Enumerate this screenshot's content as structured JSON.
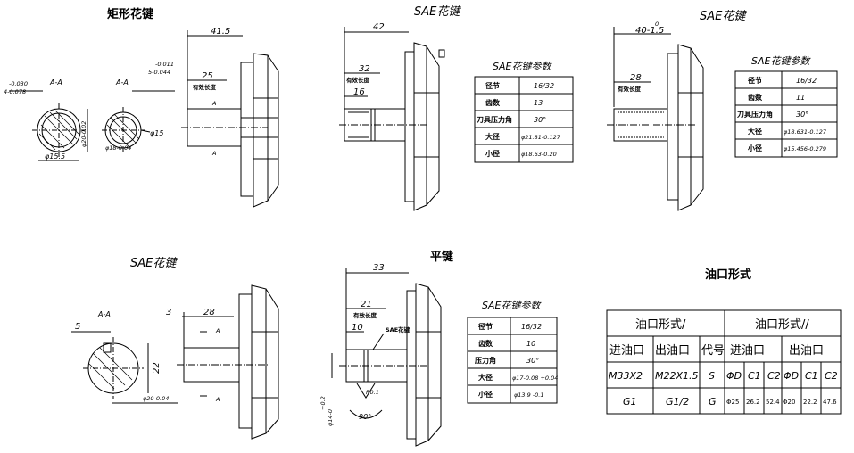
{
  "titles": {
    "rect_spline": "矩形花键",
    "sae_top_middle": "SAE花键",
    "sae_top_right": "SAE花键",
    "sae_bottom_left": "SAE花键",
    "flat_key": "平键",
    "port_form": "油口形式"
  },
  "labels": {
    "effective_length": "有效长度",
    "section_aa": "A-A",
    "a": "A",
    "sae_spline_tag": "SAE花键"
  },
  "dims": {
    "rect": {
      "d41_5": "41.5",
      "d25": "25",
      "tol_left_top": "-0.030",
      "tol_left_bot": "4-0.078",
      "tol_right_top": "-0.011",
      "tol_right_bot": "5-0.044",
      "d20": "φ20-0.02",
      "d20b": "-0.04",
      "d18": "φ18-0.04",
      "d18b": "-0.02",
      "d15": "φ15",
      "d15_5": "φ15.5"
    },
    "sae13": {
      "d42": "42",
      "d32": "32",
      "d16": "16"
    },
    "sae11": {
      "d40": "40-1.5",
      "d40t": "0",
      "d28": "28"
    },
    "sae_key": {
      "d5": "5",
      "d3": "3",
      "d28": "28",
      "d22": "22",
      "d20": "φ20-0.04",
      "d20t": "-0.02"
    },
    "sae10": {
      "d33": "33",
      "d21": "21",
      "d10": "10",
      "d14": "φ14-0",
      "d14t": "+0.2",
      "r": "R0.1",
      "ang": "90°"
    }
  },
  "tables": {
    "sae13": {
      "title": "SAE花键参数",
      "rows": [
        [
          "径节",
          "16/32"
        ],
        [
          "齿数",
          "13"
        ],
        [
          "刀具压力角",
          "30°"
        ],
        [
          "大径",
          "φ21.81-0.127"
        ],
        [
          "小径",
          "φ18.63-0.20"
        ]
      ]
    },
    "sae11": {
      "title": "SAE花键参数",
      "rows": [
        [
          "径节",
          "16/32"
        ],
        [
          "齿数",
          "11"
        ],
        [
          "刀具压力角",
          "30°"
        ],
        [
          "大径",
          "φ18.631-0.127"
        ],
        [
          "小径",
          "φ15.456-0.279"
        ]
      ]
    },
    "sae10": {
      "title": "SAE花键参数",
      "rows": [
        [
          "径节",
          "16/32"
        ],
        [
          "齿数",
          "10"
        ],
        [
          "压力角",
          "30°"
        ],
        [
          "大径",
          "φ17-0.08 +0.04"
        ],
        [
          "小径",
          "φ13.9 -0.1"
        ]
      ]
    }
  },
  "port_table": {
    "group1": "油口形式/",
    "group2": "油口形式//",
    "h_in": "进油口",
    "h_out": "出油口",
    "h_code": "代号",
    "h_in2": "进油口",
    "h_out2": "出油口",
    "sub": [
      "ΦD",
      "C1",
      "C2",
      "ΦD",
      "C1",
      "C2"
    ],
    "rows": [
      [
        "M33X2",
        "M22X1.5",
        "S",
        "",
        "",
        "",
        "",
        "",
        ""
      ],
      [
        "G1",
        "G1/2",
        "G",
        "Φ25",
        "26.2",
        "52.4",
        "Φ20",
        "22.2",
        "47.6"
      ]
    ]
  }
}
